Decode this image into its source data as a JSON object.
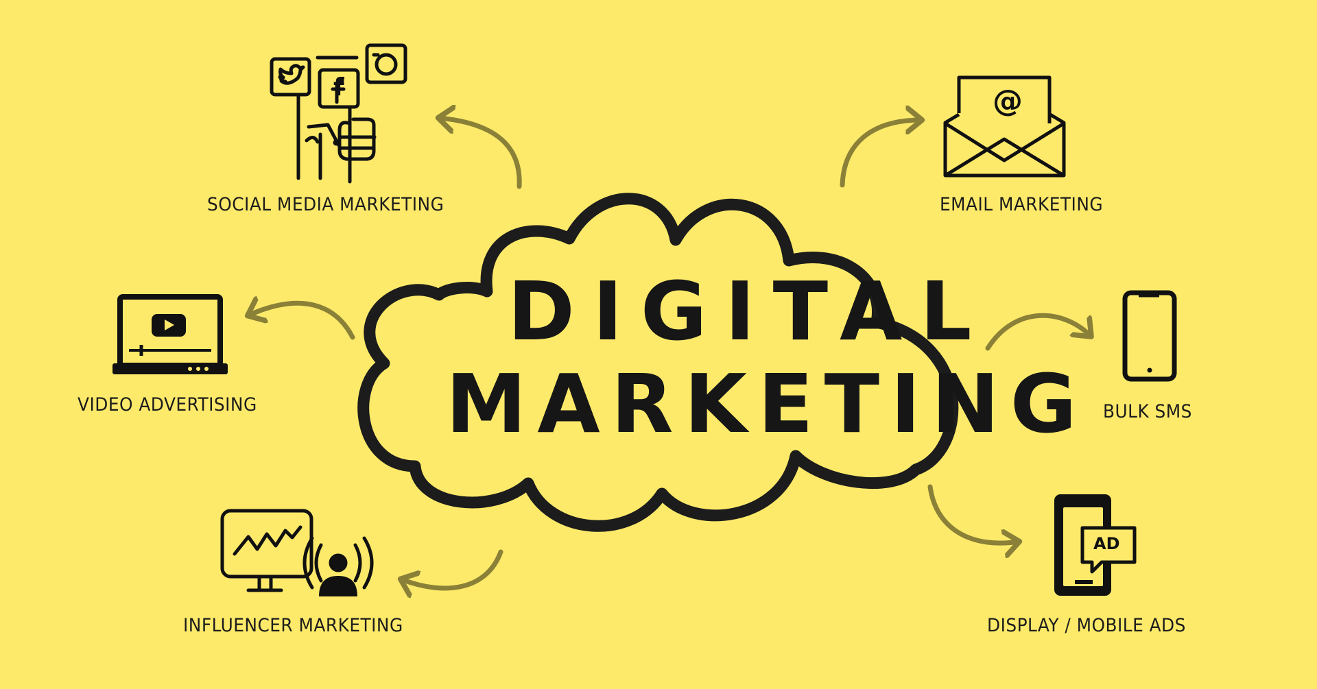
{
  "colors": {
    "background": "#fdea6a",
    "ink": "#161616",
    "arrow": "#8a8038"
  },
  "title": {
    "line1": "DIGITAL",
    "line2": "MARKETING"
  },
  "nodes": [
    {
      "id": "social",
      "label": "SOCIAL MEDIA MARKETING",
      "icon": "social-media-icon"
    },
    {
      "id": "email",
      "label": "EMAIL MARKETING",
      "icon": "email-icon"
    },
    {
      "id": "video",
      "label": "VIDEO ADVERTISING",
      "icon": "video-laptop-icon"
    },
    {
      "id": "sms",
      "label": "BULK SMS",
      "icon": "smartphone-icon"
    },
    {
      "id": "influencer",
      "label": "INFLUENCER MARKETING",
      "icon": "influencer-icon"
    },
    {
      "id": "display",
      "label": "DISPLAY / MOBILE ADS",
      "icon": "mobile-ad-icon"
    }
  ],
  "icon_text": {
    "ad_badge": "AD",
    "email_symbol": "@",
    "facebook_letter": "f"
  }
}
